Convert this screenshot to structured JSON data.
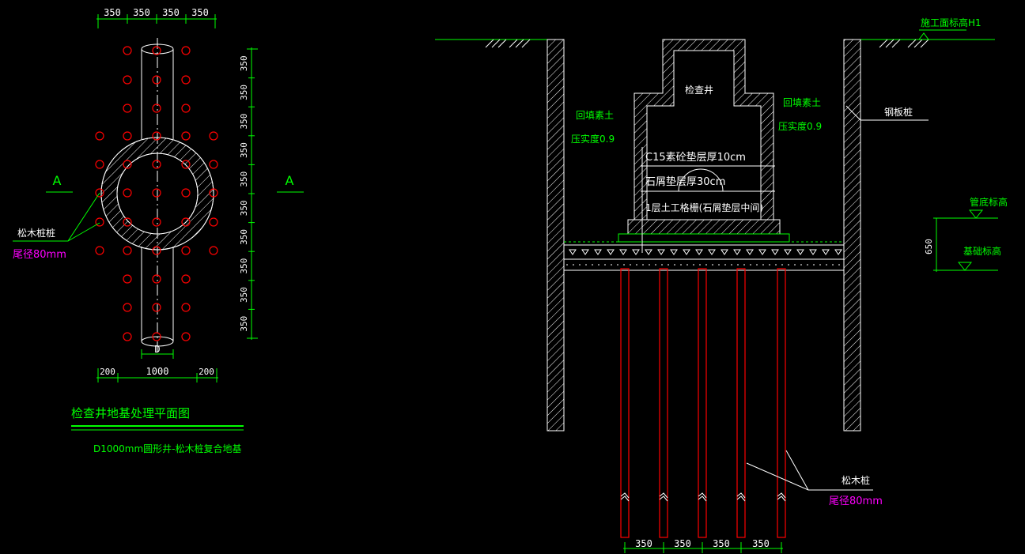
{
  "colors": {
    "background": "#000000",
    "outline": "#ffffff",
    "dimension": "#00ff00",
    "pile": "#ff0000",
    "text": "#ffffff",
    "spec_text": "#ff00ff",
    "leader": "#00ff00",
    "hatch": "#ffffff"
  },
  "plan": {
    "top_dims": [
      "350",
      "350",
      "350",
      "350"
    ],
    "right_dims": [
      "350",
      "350",
      "350",
      "350",
      "350",
      "350",
      "350",
      "350",
      "350",
      "350"
    ],
    "bottom_dims": [
      "200",
      "1000",
      "200"
    ],
    "diameter_label": "D",
    "section_left": "A",
    "section_right": "A",
    "pile_label": "松木桩桩",
    "pile_spec": "尾径80mm",
    "title": "检查井地基处理平面图",
    "subtitle": "D1000mm圆形井-松木桩复合地基"
  },
  "section": {
    "ground_label": "施工面标高H1",
    "well_label": "检查井",
    "backfill_left": "回填素土",
    "compact_left": "压实度0.9",
    "backfill_right": "回填素土",
    "compact_right": "压实度0.9",
    "sheet_pile": "钢板桩",
    "layer1": "C15素砼垫层厚10cm",
    "layer2": "石屑垫层厚30cm",
    "layer3": "1层土工格栅(石屑垫层中间)",
    "pipe_bottom": "管底标高",
    "base_bottom": "基础标高",
    "elev_dim": "650",
    "pile_label": "松木桩",
    "pile_spec": "尾径80mm",
    "bottom_dims": [
      "350",
      "350",
      "350",
      "350"
    ]
  }
}
